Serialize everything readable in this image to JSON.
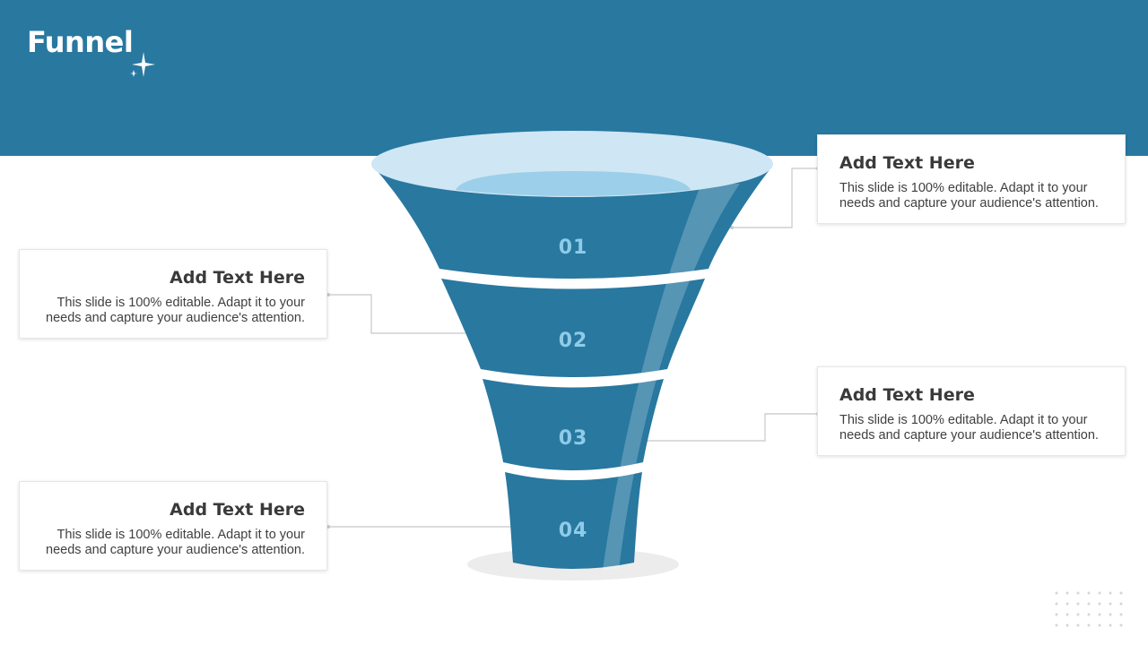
{
  "slide": {
    "title": "Funnel"
  },
  "colors": {
    "header": "#2878a0",
    "funnel_body": "#2878a0",
    "funnel_rim": "#cfe6f4",
    "funnel_opening": "#9ccfe9",
    "stage_number": "#8fcbe8",
    "connector": "#c8c8c8"
  },
  "funnel": {
    "stages": [
      {
        "number": "01"
      },
      {
        "number": "02"
      },
      {
        "number": "03"
      },
      {
        "number": "04"
      }
    ]
  },
  "cards": [
    {
      "heading": "Add Text Here",
      "body": "This slide is 100% editable. Adapt it to your needs and capture your audience's attention."
    },
    {
      "heading": "Add Text Here",
      "body": "This slide is 100% editable. Adapt it to your needs and capture your audience's attention."
    },
    {
      "heading": "Add Text Here",
      "body": "This slide is 100% editable. Adapt it to your needs and capture your audience's attention."
    },
    {
      "heading": "Add Text Here",
      "body": "This slide is 100% editable. Adapt it to your needs and capture your audience's attention."
    }
  ]
}
